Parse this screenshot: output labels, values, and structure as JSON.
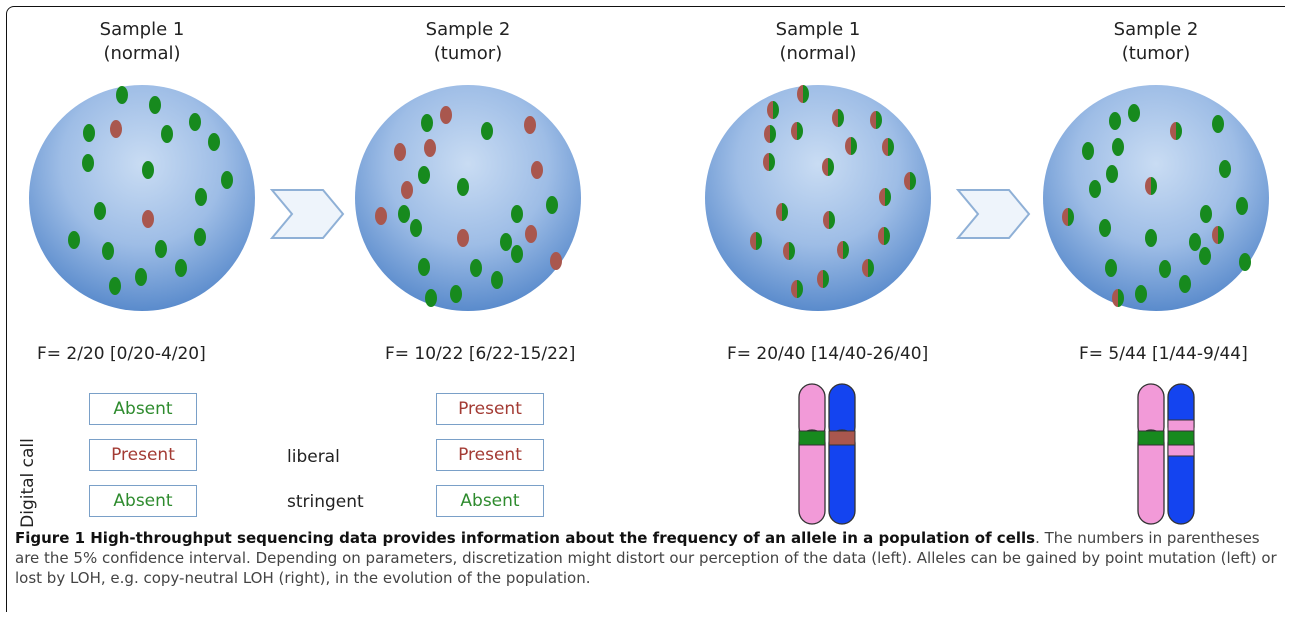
{
  "panels": [
    {
      "title": "Sample 1",
      "subtitle": "(normal)",
      "freq": "F= 2/20 [0/20-4/20]"
    },
    {
      "title": "Sample 2",
      "subtitle": "(tumor)",
      "freq": "F= 10/22 [6/22-15/22]"
    },
    {
      "title": "Sample 1",
      "subtitle": "(normal)",
      "freq": "F= 20/40 [14/40-26/40]"
    },
    {
      "title": "Sample 2",
      "subtitle": "(tumor)",
      "freq": "F= 5/44 [1/44-9/44]"
    }
  ],
  "digital_call": {
    "axis_label": "Digital call",
    "sample1": [
      "Absent",
      "Present",
      "Absent"
    ],
    "sample2": [
      "Present",
      "Present",
      "Absent"
    ],
    "modes": {
      "liberal": "liberal",
      "stringent": "stringent"
    }
  },
  "caption": {
    "title": "Figure 1 High-throughput sequencing data provides information about the frequency of an allele in a population of cells",
    "body": ". The numbers in parentheses are the 5% confidence interval. Depending on parameters, discretization might distort our perception of the data (left). Alleles can be gained by point mutation (left) or lost by LOH, e.g. copy-neutral LOH (right), in the evolution of the population."
  },
  "colors": {
    "cell_bg_top": "#b8d0ee",
    "cell_bg_bottom": "#5f8fcf",
    "green_allele": "#178a1e",
    "red_allele": "#a9574e",
    "chrom_pink": "#f29ad8",
    "chrom_blue": "#1444f0"
  }
}
